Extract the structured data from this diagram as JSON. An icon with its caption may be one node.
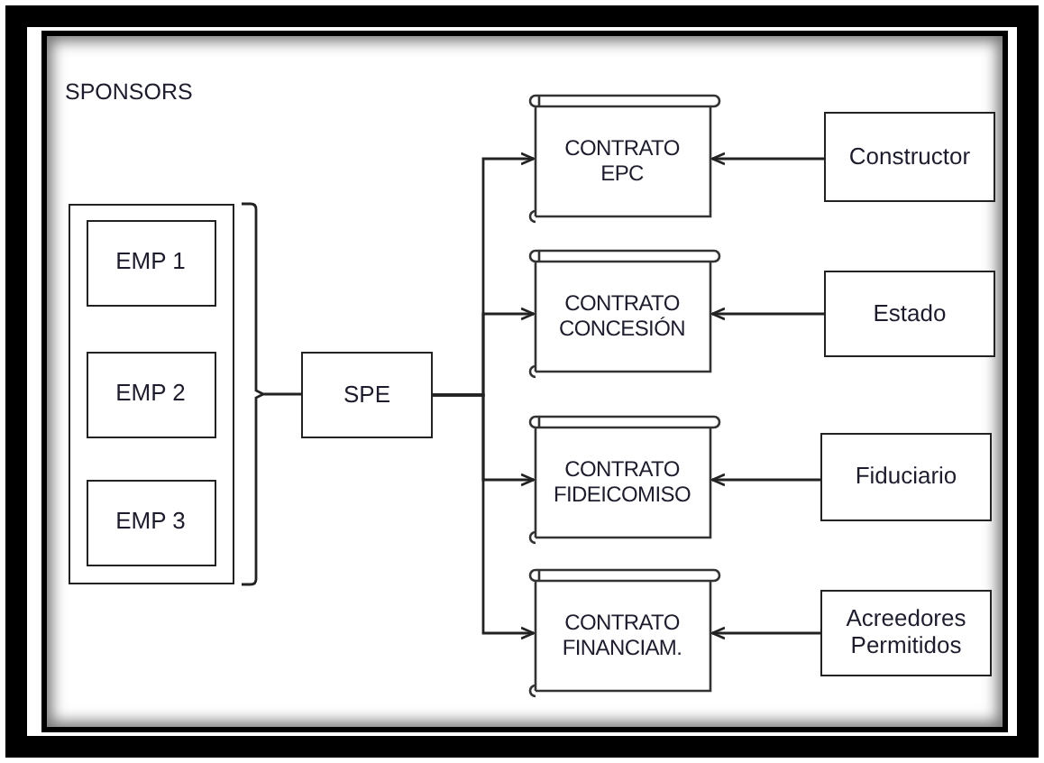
{
  "diagram": {
    "nodes": [
      {
        "text": [],
        "shape": "box"
      },
      {
        "text": [
          "EMP 1"
        ],
        "in": 0
      },
      {
        "text": [
          "EMP 2"
        ],
        "in": 0
      },
      {
        "text": [
          "EMP 3"
        ],
        "in": 0
      },
      {
        "text": [
          "SPE"
        ]
      },
      {
        "text": [
          "CONTRATO EPC"
        ]
      },
      {
        "text": [
          "Constructor"
        ]
      },
      {
        "text": [
          "CONTRATO CONCESIÓN"
        ]
      },
      {
        "text": [
          "Estado"
        ]
      },
      {
        "text": [
          "CONTRATO FIDEICOMISO"
        ]
      },
      {
        "text": [
          "Fiduciario"
        ]
      },
      {
        "text": [
          "CONTRATO FINANCIAM."
        ]
      },
      {
        "text": [
          "Acreedores Permitidos"
        ]
      }
    ],
    "edges": [
      {
        "from": 0,
        "to": 4,
        "arrow": "none"
      },
      {
        "from": 4,
        "to": 5,
        "arrow": "to"
      },
      {
        "from": 4,
        "to": 7,
        "arrow": "to"
      },
      {
        "from": 4,
        "to": 9,
        "arrow": "to"
      },
      {
        "from": 4,
        "to": 11,
        "arrow": "to"
      },
      {
        "from": 6,
        "to": 5,
        "arrow": "to"
      },
      {
        "from": 8,
        "to": 7,
        "arrow": "to"
      },
      {
        "from": 10,
        "to": 9,
        "arrow": "to"
      },
      {
        "from": 12,
        "to": 11,
        "arrow": "to"
      }
    ],
    "labels": [
      "SPONSORS"
    ]
  }
}
